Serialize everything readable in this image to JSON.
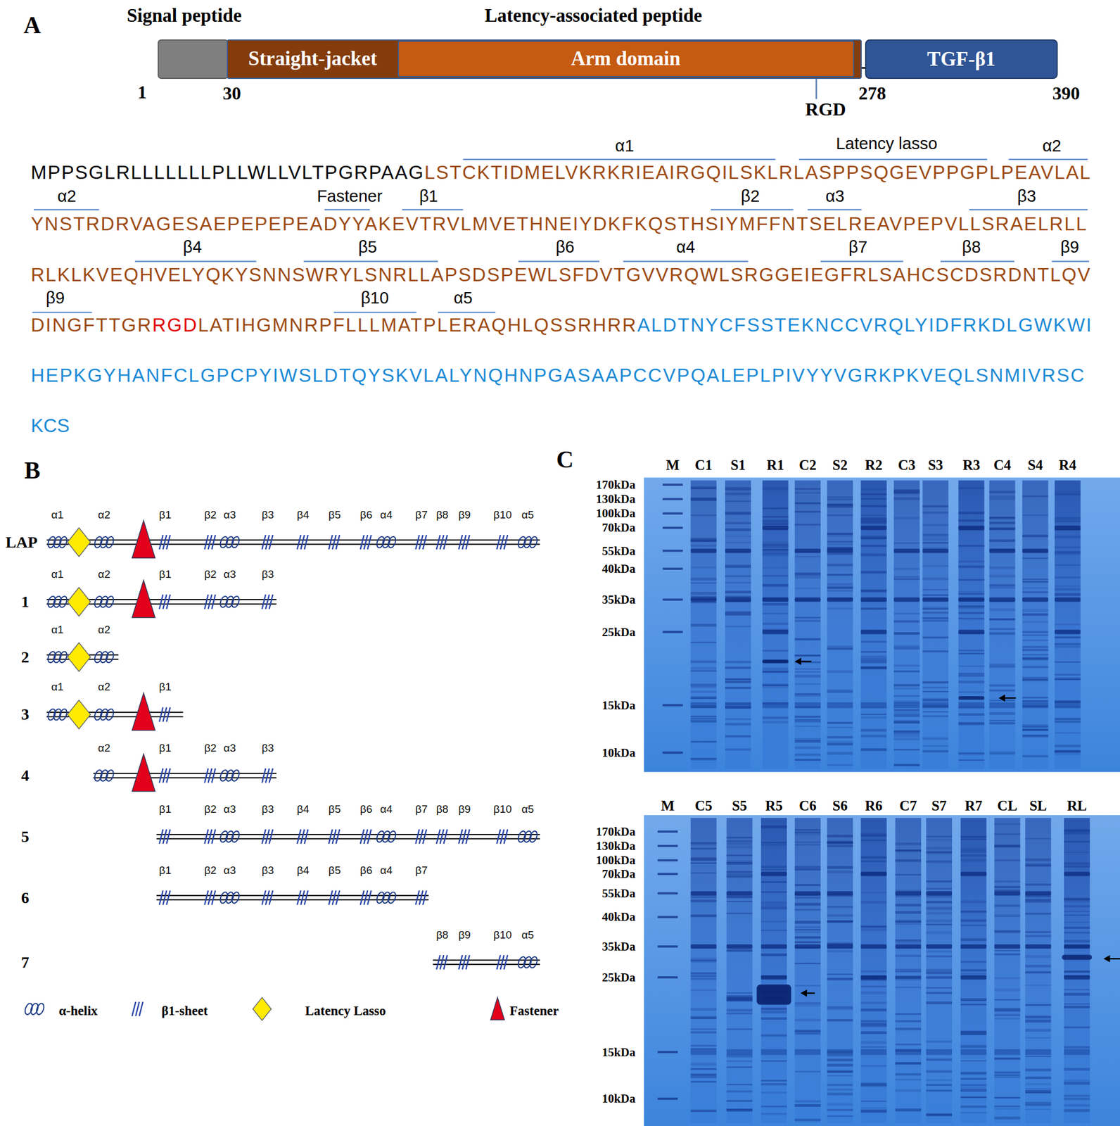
{
  "diagram": {
    "nodes": [
      {
        "text": [
          "Signal peptide"
        ]
      },
      {
        "text": [
          "Latency-associated peptide"
        ]
      },
      {
        "text": [
          "Straight-jacket"
        ],
        "in": 1
      },
      {
        "text": [
          "Arm domain"
        ],
        "in": 1
      },
      {
        "text": [
          "TGF-β1"
        ]
      }
    ],
    "edges": [
      {
        "from": 1,
        "to": 4,
        "arrow": "none"
      }
    ],
    "labels": [
      "A",
      "1",
      "30",
      "RGD",
      "278",
      "390",
      "α1",
      "Latency lasso",
      "α2",
      "α2",
      "Fastener",
      "β1",
      "β2",
      "α3",
      "β3",
      "β4",
      "β5",
      "β6",
      "α4",
      "β7",
      "β8",
      "β9",
      "β9",
      "β10",
      "α5",
      "MPPSGLRLLLLLLLPLLWLLVLTPGRPAAG",
      "LSTCKTIDMELVKRKRIEAIRGQILSKLRLASPPSQGEVPPGPLPEAVLAL",
      "YNSTRDRVAGESAEPEPEPEADYYAKEVTRVLMVETHNEIYDKFKQSTHSIYMFFNTSELREAVPEPVLLSRAELRLL",
      "RLKLKVEQHVELYQKYSNNSWRYLSNRLLAPSDSPEWLSFDVTGVVRQWLSRGGEIEGFRLSAHCSCDSRDNTLQV",
      "DINGFTTGR",
      "RGD",
      "LATIHGMNRPFLLLMATPLERAQHLQSSRHRR",
      "ALDTNYCFSSTEKNCCVRQLYIDFRKDLGWKWI",
      "HEPKGYHANFCLGPCPYIWSLDTQYSKVLALYNQHNPGASAAPCCVPQALEPLPIVYYVGRKPKVEQLSNMIVRSC",
      "KCS",
      "B",
      "LAP",
      "1",
      "2",
      "3",
      "4",
      "5",
      "6",
      "7",
      "α1",
      "α2",
      "β1",
      "β2",
      "α3",
      "β3",
      "β4",
      "β5",
      "β6",
      "α4",
      "β7",
      "β8",
      "β9",
      "β10",
      "α5",
      "α1",
      "α2",
      "β1",
      "β2",
      "α3",
      "β3",
      "α1",
      "α2",
      "α1",
      "α2",
      "β1",
      "α2",
      "β1",
      "β2",
      "α3",
      "β3",
      "β1",
      "β2",
      "α3",
      "β3",
      "β4",
      "β5",
      "β6",
      "α4",
      "β7",
      "β8",
      "β9",
      "β10",
      "α5",
      "β1",
      "β2",
      "α3",
      "β3",
      "β4",
      "β5",
      "β6",
      "α4",
      "β7",
      "β8",
      "β9",
      "β10",
      "α5",
      "C",
      "M",
      "C1",
      "S1",
      "R1",
      "C2",
      "S2",
      "R2",
      "C3",
      "S3",
      "R3",
      "C4",
      "S4",
      "R4",
      "170kDa",
      "130kDa",
      "100kDa",
      "70kDa",
      "55kDa",
      "40kDa",
      "35kDa",
      "25kDa",
      "15kDa",
      "10kDa",
      "M",
      "C5",
      "S5",
      "R5",
      "C6",
      "S6",
      "R6",
      "C7",
      "S7",
      "R7",
      "CL",
      "SL",
      "RL",
      "170kDa",
      "130kDa",
      "100kDa",
      "70kDa",
      "55kDa",
      "40kDa",
      "35kDa",
      "25kDa",
      "15kDa",
      "10kDa"
    ],
    "legend": [
      {
        "text": "α-helix"
      },
      {
        "text": "β1-sheet"
      },
      {
        "text": "Latency Lasso"
      },
      {
        "text": "Fastener"
      }
    ]
  }
}
